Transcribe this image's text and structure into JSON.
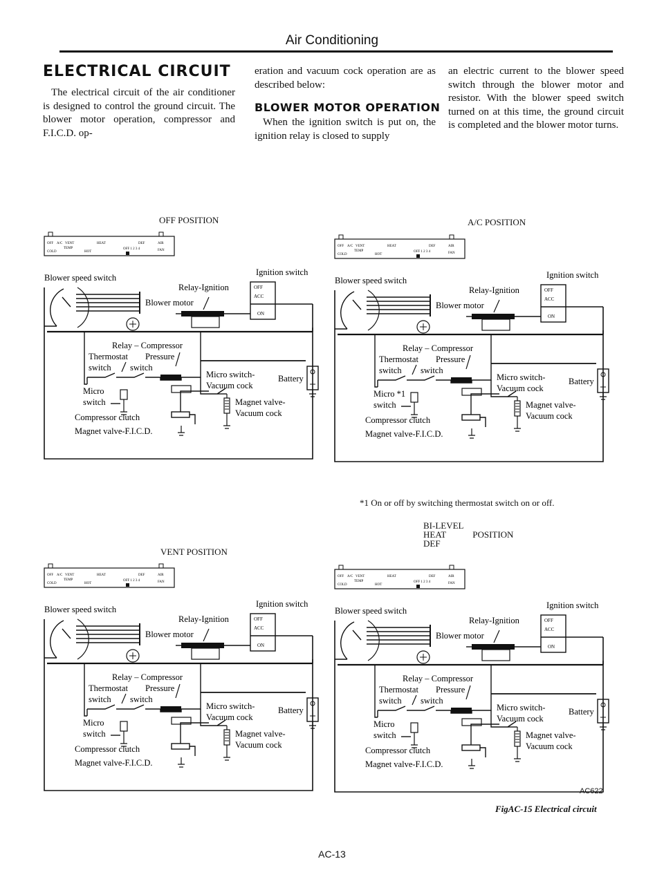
{
  "header": {
    "running_title": "Air Conditioning",
    "page_number": "AC-13"
  },
  "section": {
    "heading": "ELECTRICAL CIRCUIT",
    "intro": "The electrical circuit of the air conditioner is designed to control the ground circuit. The blower motor operation, compressor and F.I.C.D. operation and vacuum cock operation are as described below:",
    "intro_part1": "The electrical circuit of the air conditioner is designed to control the ground circuit. The blower motor operation, compressor and F.I.C.D. op-",
    "intro_part2": "eration and vacuum cock operation are as described below:",
    "subheading": "BLOWER MOTOR OPERATION",
    "body_part1": "When the ignition switch is put on, the ignition relay is closed to supply",
    "body_part2": "an electric current to the blower speed switch through the blower motor and resistor. With the blower speed switch turned on at this time, the ground circuit is completed and the blower motor turns."
  },
  "figure": {
    "code": "AC622",
    "caption": "FigAC-15 Electrical circuit",
    "footnote": "*1 On or off by switching thermostat switch on or off.",
    "labels": {
      "blower_speed_switch": "Blower speed switch",
      "ignition_switch": "Ignition switch",
      "relay_ignition": "Relay-Ignition",
      "blower_motor": "Blower motor",
      "relay_compressor": "Relay – Compressor",
      "thermostat": "Thermostat",
      "pressure": "Pressure",
      "switch_word": "switch",
      "micro": "Micro",
      "micro_star": "Micro *1",
      "micro_switch_vacuum_1": "Micro switch-",
      "micro_switch_vacuum_2": "Vacuum cock",
      "battery": "Battery",
      "magnet_valve_1": "Magnet valve-",
      "magnet_valve_2": "Vacuum cock",
      "compressor_clutch": "Compressor clutch",
      "magnet_valve_ficd": "Magnet valve-F.I.C.D.",
      "ign_off": "OFF",
      "ign_acc": "ACC",
      "ign_on": "ON",
      "ctrl_off": "OFF",
      "ctrl_ac": "A/C",
      "ctrl_vent": "VENT",
      "ctrl_heat": "HEAT",
      "ctrl_def": "DEF",
      "ctrl_air": "AIR",
      "ctrl_cold": "COLD",
      "ctrl_temp": "TEMP",
      "ctrl_hot": "HOT",
      "ctrl_fan_scale": "OFF 1 2 3 4",
      "ctrl_fan": "FAN"
    },
    "panels": [
      {
        "title": "OFF POSITION"
      },
      {
        "title": "A/C POSITION"
      },
      {
        "title": "VENT POSITION"
      },
      {
        "title_lines": [
          "BI-LEVEL",
          "HEAT",
          "DEF"
        ],
        "title_suffix": "POSITION"
      }
    ]
  }
}
